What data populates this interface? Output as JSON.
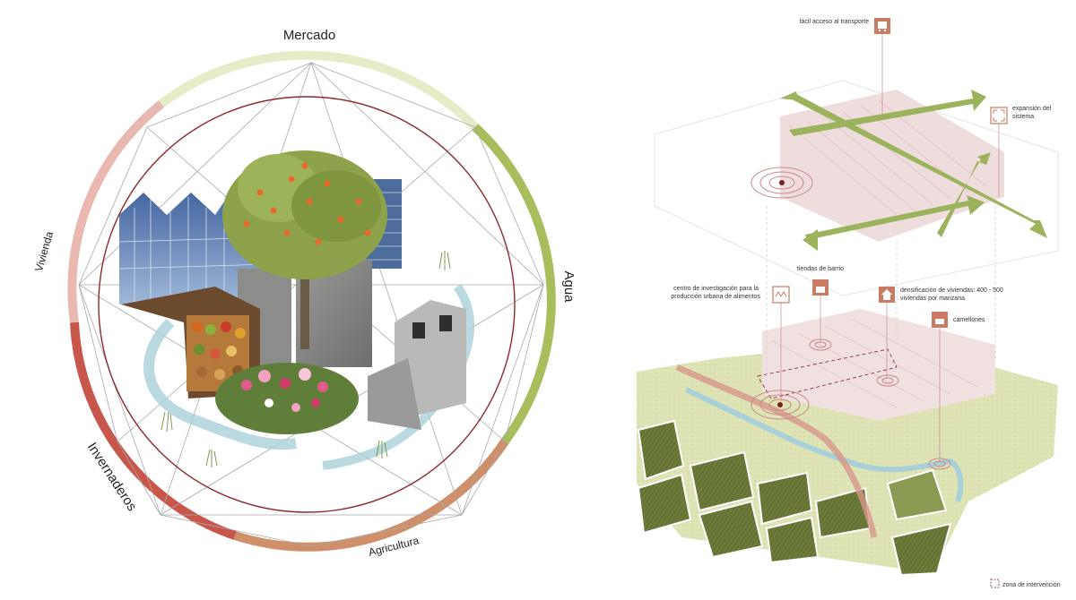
{
  "wheel": {
    "labels": {
      "mercado": "Mercado",
      "agua": "Agua",
      "agricultura": "Agricultura",
      "invernaderos": "Invernaderos",
      "vivienda": "Vivienda"
    },
    "colors": {
      "mercado": "#e6ebc8",
      "agua": "#a8bd5c",
      "agricultura": "#cf8f6a",
      "invernaderos": "#c8564a",
      "vivienda": "#e9b8b0",
      "inner_ring": "#8b2a2a",
      "web_lines": "#9a9a9a"
    }
  },
  "map": {
    "annotations": {
      "transport": "fácil acceso al transporte",
      "expansion": "expansión del sistema",
      "research": "centro de investigación para la producción urbana de alimentos",
      "shops": "tiendas de barrio",
      "density": "densificación de viviendas: 400 - 500 viviendas por manzana",
      "camellones": "camellones",
      "legend": "zona de intervención"
    },
    "icons": [
      "bus-icon",
      "expand-icon",
      "greenhouse-icon",
      "shop-icon",
      "house-icon",
      "camellones-icon"
    ],
    "colors": {
      "arrows": "#9bb35c",
      "icon_fill": "#c97b63",
      "urban": "#e8c9c9",
      "field_light": "#dde3b4",
      "field_dark": "#6c7a3a",
      "river": "#a9cfd8",
      "road": "#d6968a"
    }
  }
}
